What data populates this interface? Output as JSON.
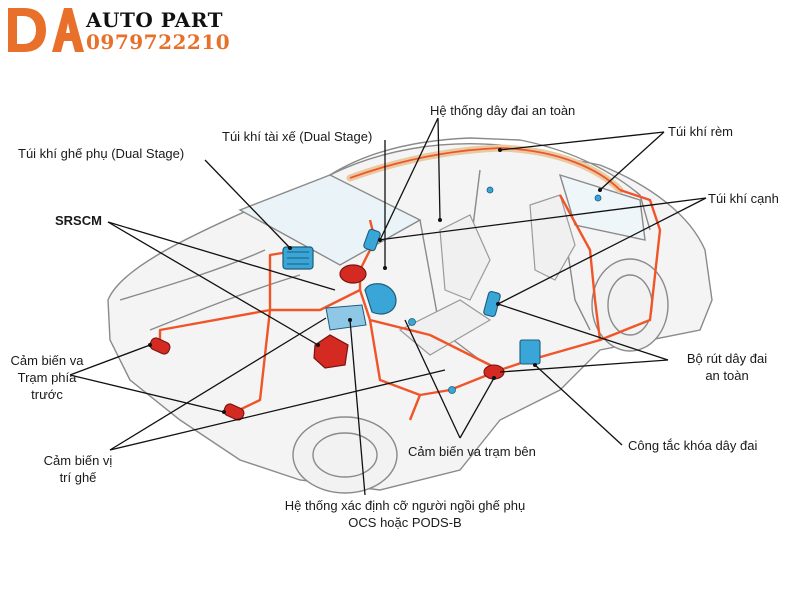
{
  "logo": {
    "mark": "DA",
    "name": "AUTO PART",
    "phone": "0979722210",
    "brand_color": "#e8702a"
  },
  "labels": {
    "seatbelt_system": "Hệ thống dây đai an toàn",
    "curtain_airbag": "Túi khí rèm",
    "driver_airbag": "Túi khí tài xế (Dual Stage)",
    "passenger_airbag": "Túi khí ghế phụ (Dual Stage)",
    "side_airbag": "Túi khí cạnh",
    "srscm": "SRSCM",
    "front_sensor_line1": "Cảm biến va",
    "front_sensor_line2": "Trạm phía",
    "front_sensor_line3": "trước",
    "seat_position_line1": "Cảm biến vị",
    "seat_position_line2": "trí ghế",
    "pretensioner_line1": "Bộ rút dây đai",
    "pretensioner_line2": "an toàn",
    "buckle_switch": "Công tắc khóa dây đai",
    "side_sensor": "Cảm biến va trạm bên",
    "ocs_line1": "Hệ thống xác định cỡ người ngồi ghế phụ",
    "ocs_line2": "OCS hoặc PODS-B"
  },
  "colors": {
    "wiring": "#f0552a",
    "module_red": "#d42a22",
    "module_blue": "#3aa6d8",
    "car_outline": "#7a7a7a",
    "leader": "#111111"
  }
}
